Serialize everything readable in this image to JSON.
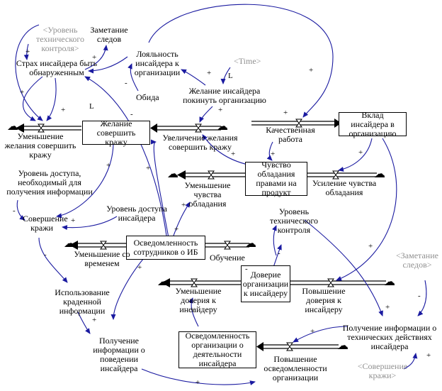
{
  "stocks": {
    "desire": "Желание совершить кражу",
    "awareness": "Осведомленность сотрудников о ИБ",
    "contribution": "Вклад инсайдера в организацию",
    "ownership": "Чувство обладания правами на продукт",
    "trust": "Доверие организации к инсайдеру",
    "org_awareness": "Осведомленность организации о деятельности инсайдера"
  },
  "variables": {
    "fear": "Страх инсайдера быть обнаруженным",
    "control_shadow": "<Уровень технического контроля>",
    "covering": "Заметание следов",
    "loyalty": "Лояльность инсайдера к организации",
    "time_shadow": "<Time>",
    "leave": "Желание инсайдера покинуть организацию",
    "offense": "Обида",
    "decrease_desire": "Уменьшение желания совершить кражу",
    "increase_desire": "Увеличение желания совершить кражу",
    "quality": "Качественная работа",
    "access": "Уровень доступа, необходимый для получения информации",
    "commit": "Совершение кражи",
    "insider_access": "Уровень доступа инсайдера",
    "decrease_own": "Уменьшение чувства обладания",
    "increase_own": "Усиление чувства обладания",
    "decrease_time": "Уменьшение со временем",
    "training": "Обучение",
    "tech_control": "Уровень технического контроля",
    "covering_shadow": "<Заметание следов>",
    "use_info": "Использование краденной информации",
    "decrease_trust": "Уменьшение доверия к инсайдеру",
    "increase_trust": "Повышение доверия к инсайдеру",
    "get_info_tech": "Получение информации о технических действиях инсайдера",
    "get_info_behavior": "Получение информации о поведении инсайдера",
    "increase_org": "Повышение осведомленности организации",
    "commit_shadow": "<Совершение кражи>"
  },
  "signs": {
    "plus": "+",
    "minus": "-",
    "loop_L": "L"
  }
}
